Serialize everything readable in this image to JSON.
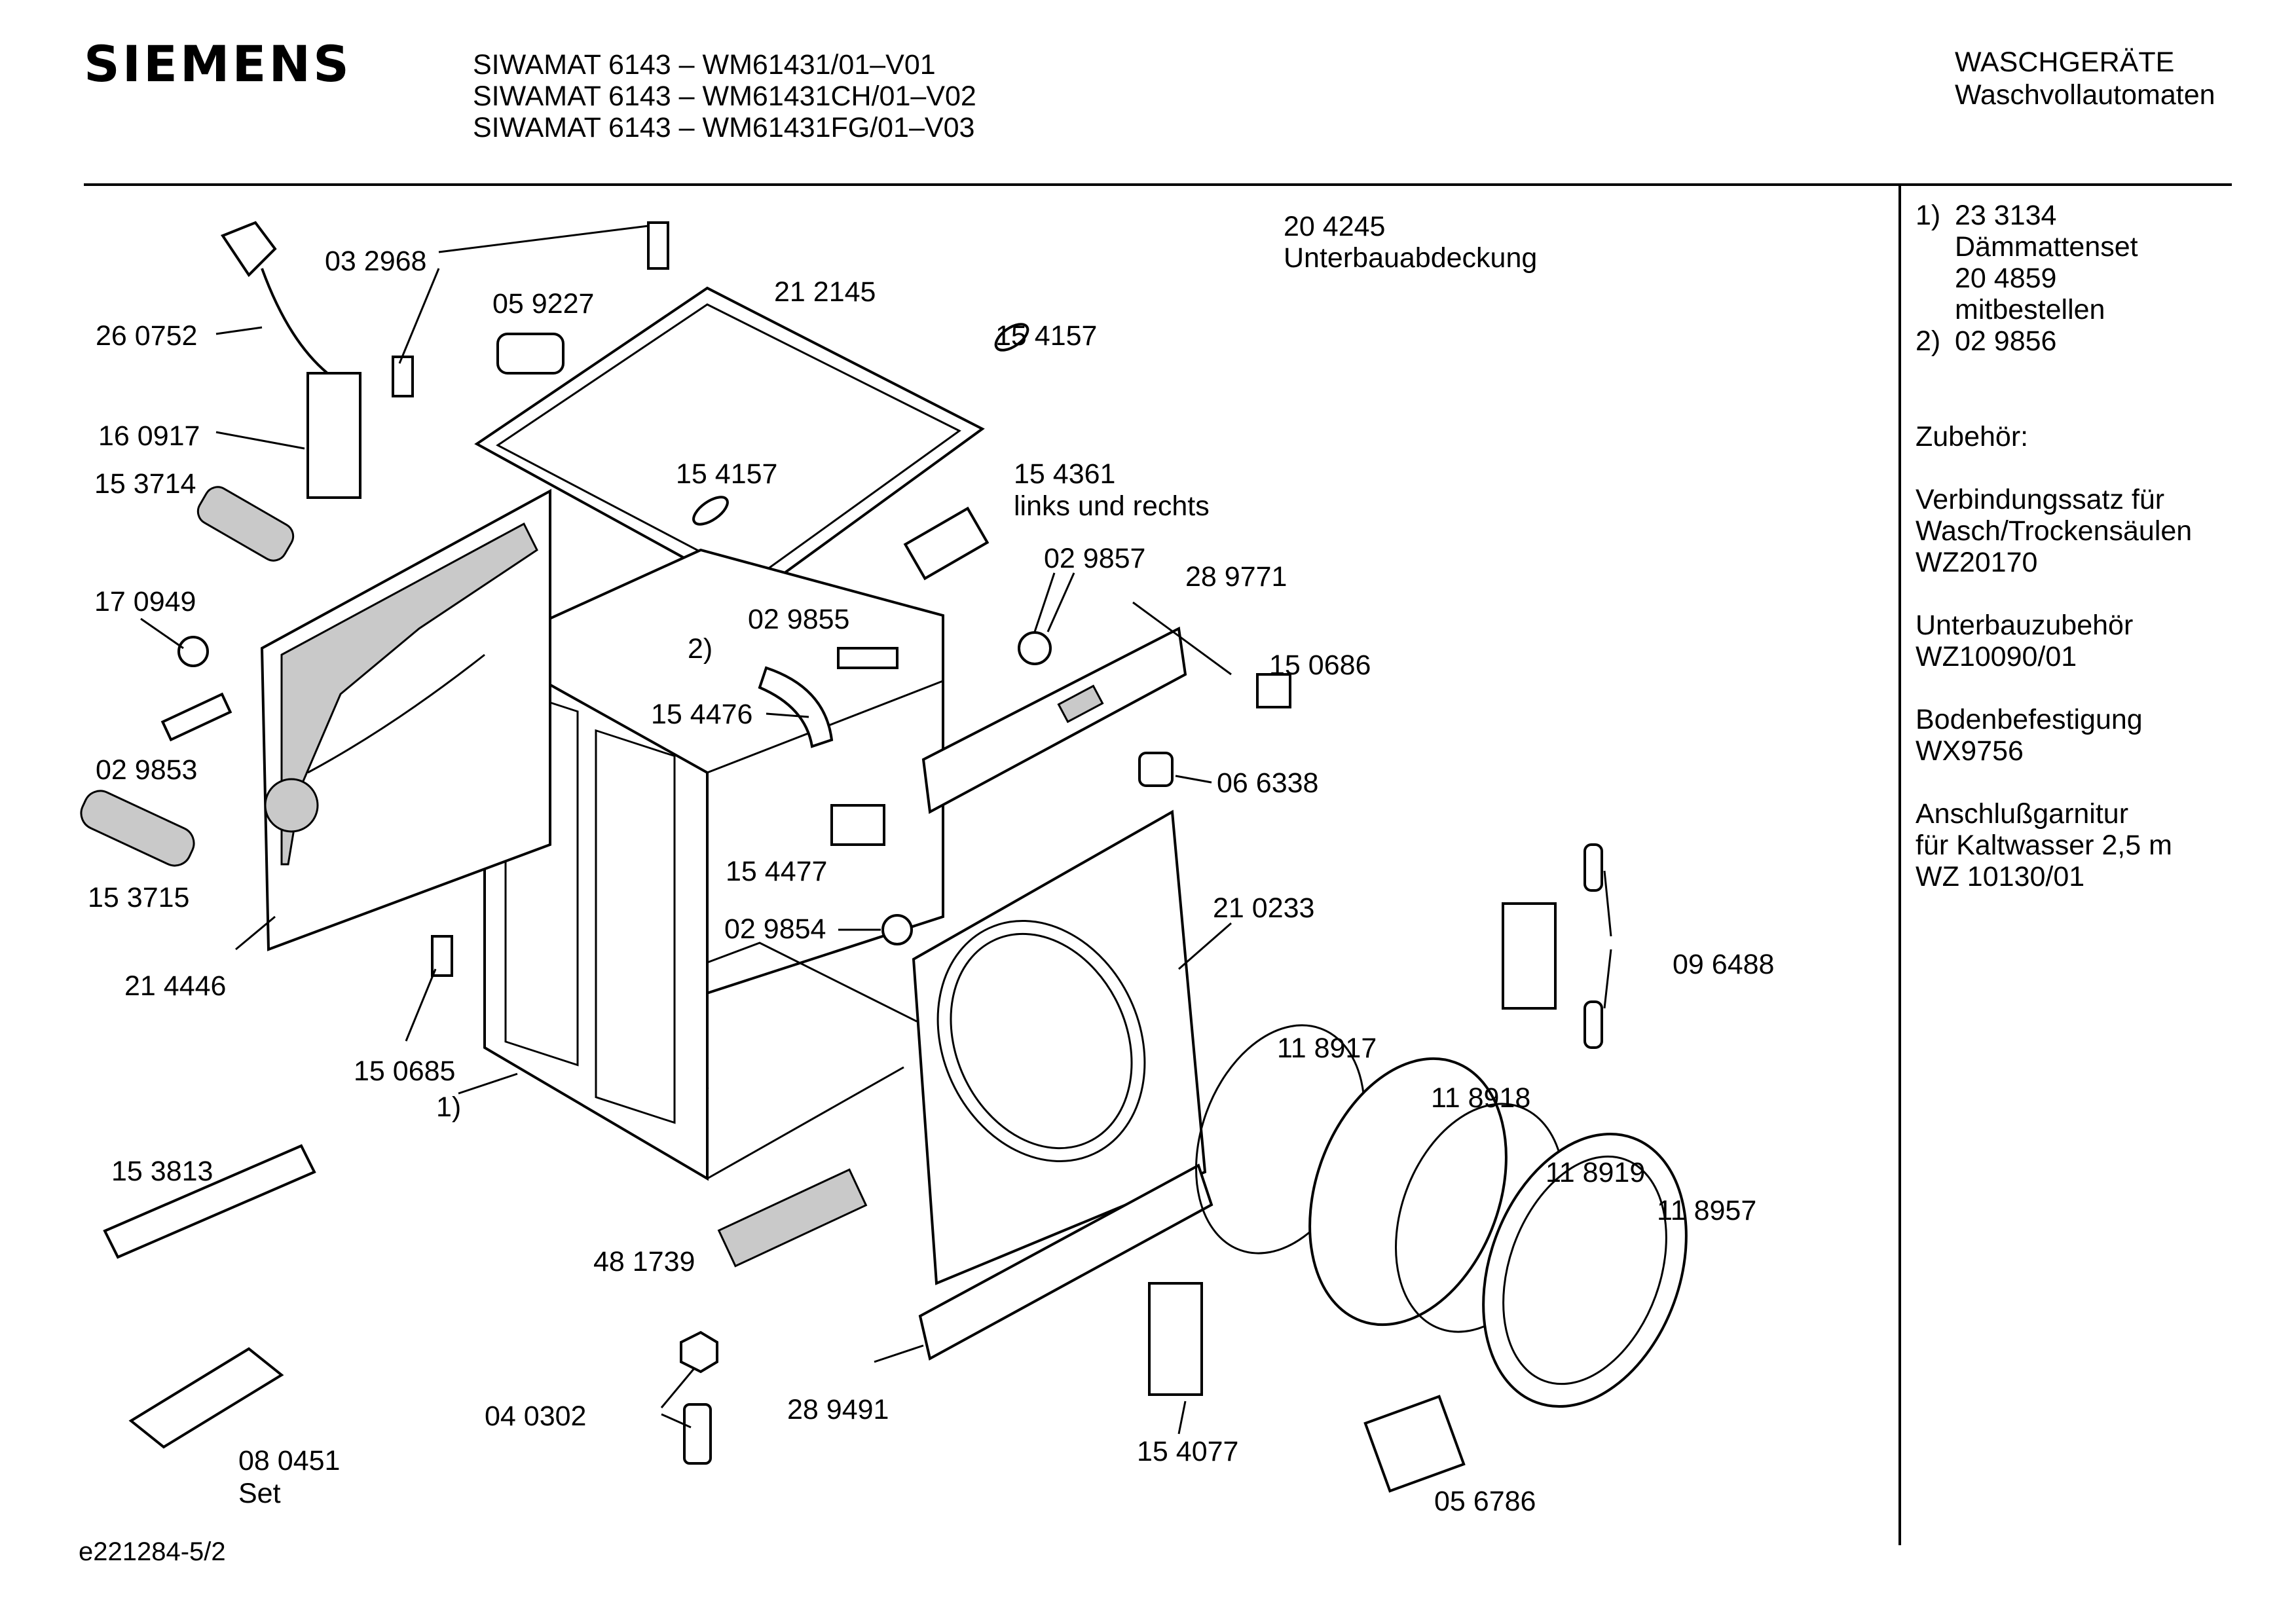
{
  "header": {
    "brand": "SIEMENS",
    "models": [
      "SIWAMAT 6143 – WM61431/01–V01",
      "SIWAMAT 6143 – WM61431CH/01–V02",
      "SIWAMAT 6143 – WM61431FG/01–V03"
    ],
    "category": "WASCHGERÄTE",
    "subcategory": "Waschvollautomaten"
  },
  "notes": {
    "n1_prefix": "1)",
    "n1_part": "23 3134",
    "n1_desc": "Dämmattenset",
    "n1_part2": "20 4859",
    "n1_desc2": "mitbestellen",
    "n2_prefix": "2)",
    "n2_part": "02 9856",
    "accessories_title": "Zubehör:",
    "acc1_l1": "Verbindungssatz für",
    "acc1_l2": "Wasch/Trockensäulen",
    "acc1_l3": "WZ20170",
    "acc2_l1": "Unterbauzubehör",
    "acc2_l2": "WZ10090/01",
    "acc3_l1": "Bodenbefestigung",
    "acc3_l2": "WX9756",
    "acc4_l1": "Anschlußgarnitur",
    "acc4_l2": "für Kaltwasser 2,5 m",
    "acc4_l3": "WZ 10130/01"
  },
  "diagram": {
    "p_204245": "20 4245",
    "p_204245_desc": "Unterbauabdeckung",
    "p_032968": "03 2968",
    "p_260752": "26 0752",
    "p_059227": "05 9227",
    "p_212145": "21 2145",
    "p_154157a": "15 4157",
    "p_154157b": "15 4157",
    "p_160917": "16 0917",
    "p_153714": "15 3714",
    "p_154361": "15 4361",
    "p_154361_desc": "links und rechts",
    "p_029857": "02 9857",
    "p_289771": "28 9771",
    "p_170949": "17 0949",
    "p_029855": "02 9855",
    "p_note2": "2)",
    "p_150686": "15 0686",
    "p_154476": "15 4476",
    "p_029853": "02 9853",
    "p_066338": "06 6338",
    "p_153715": "15 3715",
    "p_154477": "15 4477",
    "p_210233": "21 0233",
    "p_029854": "02 9854",
    "p_096488": "09 6488",
    "p_214446": "21 4446",
    "p_118917": "11 8917",
    "p_150685": "15 0685",
    "p_118918": "11 8918",
    "p_note1": "1)",
    "p_118919": "11 8919",
    "p_153813": "15 3813",
    "p_118957": "11 8957",
    "p_481739": "48 1739",
    "p_080451": "08 0451",
    "p_080451_desc": "Set",
    "p_040302": "04 0302",
    "p_289491": "28 9491",
    "p_154077": "15 4077",
    "p_056786": "05 6786"
  },
  "footer": {
    "ref": "e221284-5/2"
  }
}
